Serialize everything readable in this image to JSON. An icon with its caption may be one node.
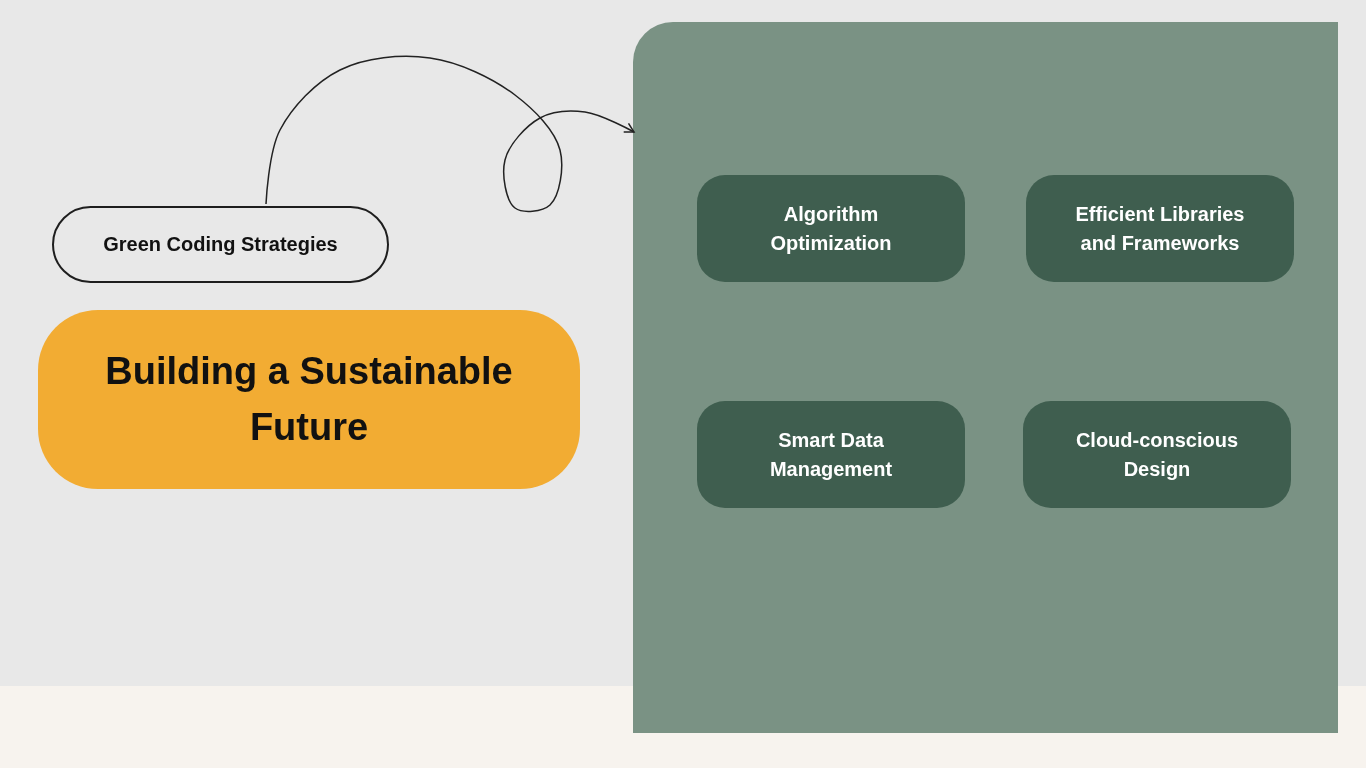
{
  "diagram": {
    "nodes": [
      {
        "text": [
          "Green Coding Strategies"
        ]
      },
      {
        "text": [
          "Building a Sustainable Future"
        ]
      },
      {
        "text": [],
        "shape": "box"
      },
      {
        "text": [
          "Algorithm Optimization"
        ],
        "in": 2
      },
      {
        "text": [
          "Efficient Libraries and Frameworks"
        ],
        "in": 2
      },
      {
        "text": [
          "Smart Data Management"
        ],
        "in": 2
      },
      {
        "text": [
          "Cloud-conscious Design"
        ],
        "in": 2
      }
    ],
    "edges": [
      {
        "from": 0,
        "to": 2,
        "arrow": "to"
      }
    ]
  }
}
